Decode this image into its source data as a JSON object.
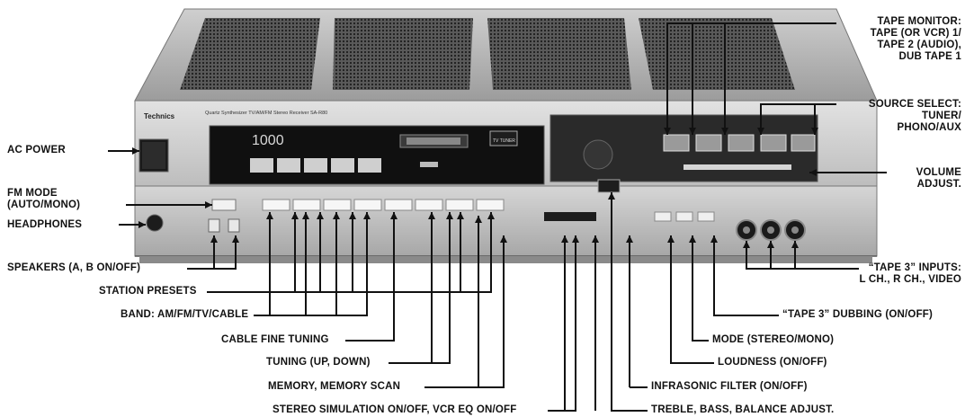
{
  "panel": {
    "brand": "Technics",
    "model": "Quartz Synthesizer TV/AM/FM Stereo Receiver SA-R80",
    "display": "1000",
    "badge": "TV TUNER"
  },
  "callouts": {
    "tape_monitor": [
      "TAPE MONITOR:",
      "TAPE (OR VCR) 1/",
      "TAPE 2 (AUDIO),",
      "DUB TAPE 1"
    ],
    "source_select": [
      "SOURCE SELECT:",
      "TUNER/",
      "PHONO/AUX"
    ],
    "ac_power": "AC POWER",
    "volume_adjust": [
      "VOLUME",
      "ADJUST."
    ],
    "fm_mode": [
      "FM MODE",
      "(AUTO/MONO)"
    ],
    "headphones": "HEADPHONES",
    "speakers": "SPEAKERS (A, B ON/OFF)",
    "station_presets": "STATION PRESETS",
    "band": "BAND: AM/FM/TV/CABLE",
    "cable_fine_tuning": "CABLE FINE TUNING",
    "tuning": "TUNING (UP, DOWN)",
    "memory": "MEMORY, MEMORY SCAN",
    "stereo_simulation": "STEREO SIMULATION ON/OFF, VCR EQ ON/OFF",
    "tape3_inputs": [
      "“TAPE 3” INPUTS:",
      "L CH., R CH., VIDEO"
    ],
    "tape3_dubbing": "“TAPE 3” DUBBING (ON/OFF)",
    "mode": "MODE (STEREO/MONO)",
    "loudness": "LOUDNESS (ON/OFF)",
    "infrasonic": "INFRASONIC FILTER (ON/OFF)",
    "treble_bass": "TREBLE, BASS, BALANCE ADJUST."
  }
}
